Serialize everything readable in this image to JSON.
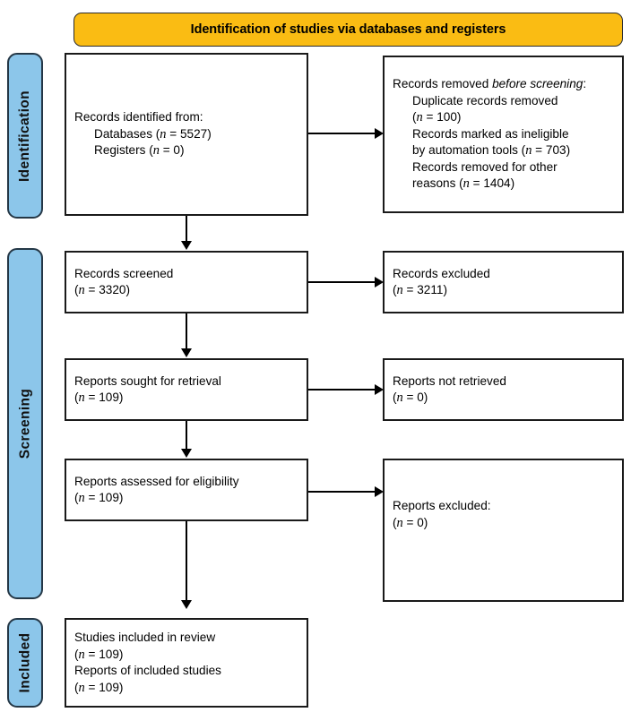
{
  "banner": {
    "label": "Identification of studies via databases and registers",
    "color": "#FABC13"
  },
  "stages": [
    {
      "id": "identification",
      "label": "Identification",
      "color": "#8CC6EA"
    },
    {
      "id": "screening",
      "label": "Screening",
      "color": "#8CC6EA"
    },
    {
      "id": "included",
      "label": "Included",
      "color": "#8CC6EA"
    }
  ],
  "boxes": {
    "identified": {
      "title": "Records identified from:",
      "line_databases_label": "Databases (",
      "line_databases_n": "n",
      "line_databases_value": " = 5527)",
      "line_registers_label": "Registers (",
      "line_registers_n": "n",
      "line_registers_value": " = 0)"
    },
    "removed": {
      "title_a": "Records removed ",
      "title_b": "before screening",
      "title_c": ":",
      "item1": "Duplicate records removed",
      "item1_n": "n",
      "item1_value": " = 100)",
      "item2": "Records marked as ineligible",
      "item2b": "by automation tools (",
      "item2_n": "n",
      "item2_value": " = 703)",
      "item3": "Records removed for other",
      "item3b": "reasons (",
      "item3_n": "n",
      "item3_value": " = 1404)"
    },
    "screened": {
      "title": "Records screened",
      "n": "n",
      "value": " = 3320)"
    },
    "excluded": {
      "title": "Records excluded",
      "n": "n",
      "value": " = 3211)"
    },
    "sought": {
      "title": "Reports sought for retrieval",
      "n": "n",
      "value": " = 109)"
    },
    "not_retrieved": {
      "title": "Reports not retrieved",
      "n": "n",
      "value": " = 0)"
    },
    "assessed": {
      "title": "Reports assessed for eligibility",
      "n": "n",
      "value": " = 109)"
    },
    "reports_excluded": {
      "title": "Reports excluded:",
      "n": "n",
      "value": " = 0)"
    },
    "included": {
      "title1": "Studies included in review",
      "n1": "n",
      "value1": " = 109)",
      "title2": "Reports of included studies",
      "n2": "n",
      "value2": " = 109)"
    }
  }
}
